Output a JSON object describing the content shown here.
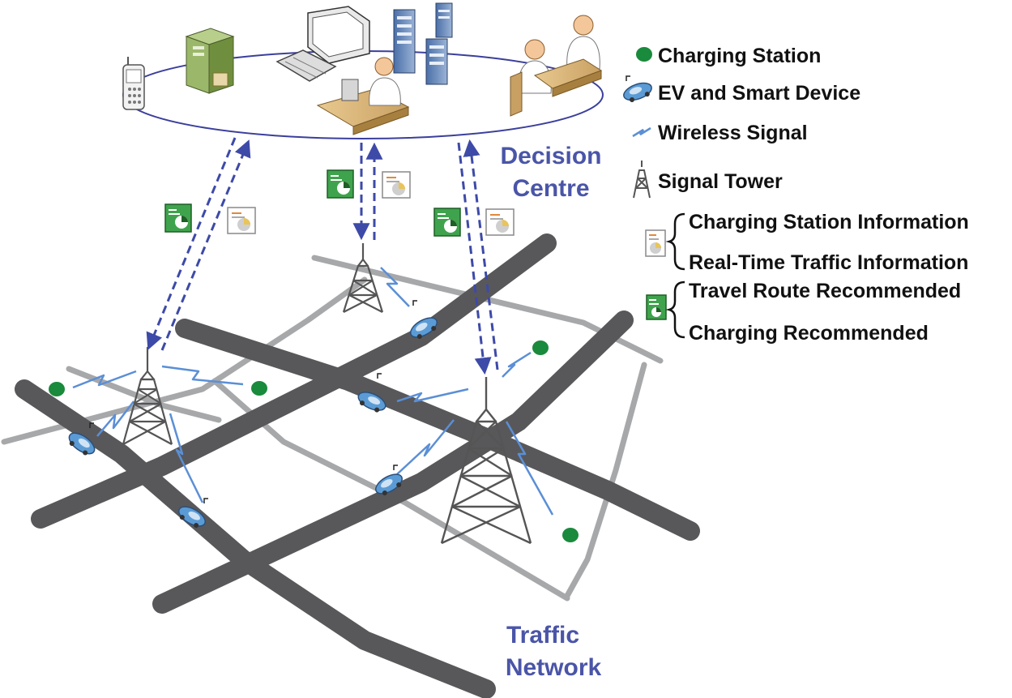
{
  "colors": {
    "road_major": "#58585a",
    "road_minor": "#a7a8aa",
    "station": "#1a8a3c",
    "signal": "#5b8fd6",
    "link_arrow": "#3d4aa8",
    "region_label": "#4a55a8",
    "ring": "#3b3f9c",
    "ev_body": "#5b9bd5"
  },
  "legend": {
    "charging_station": "Charging Station",
    "ev_device": "EV and Smart Device",
    "wireless_signal": "Wireless Signal",
    "signal_tower": "Signal Tower",
    "group_info": {
      "icon": "report-document-icon",
      "items": [
        "Charging Station Information",
        "Real-Time Traffic Information"
      ]
    },
    "group_recommend": {
      "icon": "route-document-icon",
      "items": [
        "Travel Route Recommended",
        "Charging Recommended"
      ]
    }
  },
  "regions": {
    "decision_centre": [
      "Decision",
      "Centre"
    ],
    "traffic_network": [
      "Traffic",
      "Network"
    ]
  }
}
